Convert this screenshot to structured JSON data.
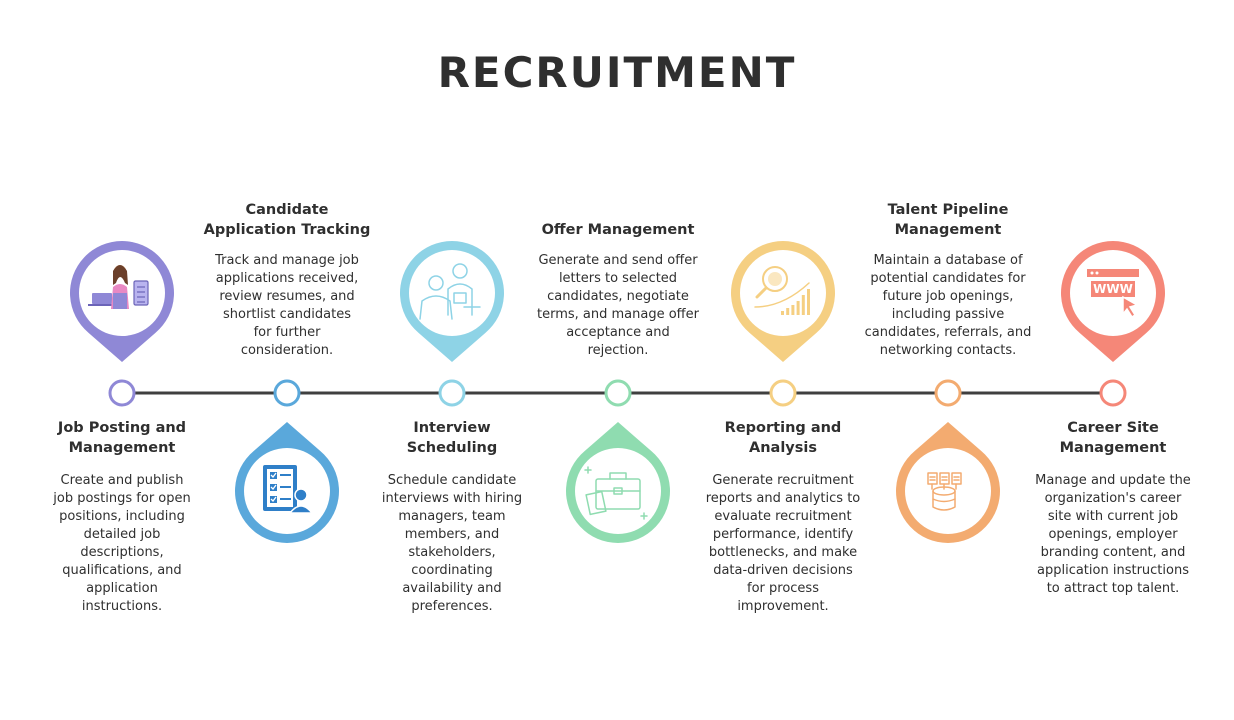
{
  "title": "RECRUITMENT",
  "colors": {
    "line": "#3f3f3f",
    "text": "#2f2f2f"
  },
  "steps": [
    {
      "title_lines": [
        "Job Posting and",
        "Management"
      ],
      "desc_lines": [
        "Create and publish",
        "job postings for open",
        "positions, including",
        "detailed job",
        "descriptions,",
        "qualifications, and",
        "application",
        "instructions."
      ],
      "color": "#8f88d6",
      "icon": "recruiter-laptop-icon"
    },
    {
      "title_lines": [
        "Candidate",
        "Application Tracking"
      ],
      "desc_lines": [
        "Track and manage job",
        "applications received,",
        "review resumes, and",
        "shortlist candidates",
        "for further",
        "consideration."
      ],
      "color": "#5aa8db",
      "icon": "checklist-candidate-icon"
    },
    {
      "title_lines": [
        "Interview",
        "Scheduling"
      ],
      "desc_lines": [
        "Schedule candidate",
        "interviews with hiring",
        "managers, team",
        "members, and",
        "stakeholders,",
        "coordinating",
        "availability and",
        "preferences."
      ],
      "color": "#8ed3e6",
      "icon": "interview-people-icon"
    },
    {
      "title_lines": [
        "Offer Management"
      ],
      "desc_lines": [
        "Generate and send offer",
        "letters to selected",
        "candidates, negotiate",
        "terms, and manage offer",
        "acceptance and",
        "rejection."
      ],
      "color": "#8fdcb0",
      "icon": "briefcase-icon"
    },
    {
      "title_lines": [
        "Reporting and",
        "Analysis"
      ],
      "desc_lines": [
        "Generate recruitment",
        "reports and analytics to",
        "evaluate recruitment",
        "performance, identify",
        "bottlenecks, and make",
        "data-driven decisions",
        "for process",
        "improvement."
      ],
      "color": "#f5cf82",
      "icon": "analytics-magnifier-icon"
    },
    {
      "title_lines": [
        "Talent Pipeline",
        "Management"
      ],
      "desc_lines": [
        "Maintain a database of",
        "potential candidates for",
        "future job openings,",
        "including passive",
        "candidates, referrals, and",
        "networking contacts."
      ],
      "color": "#f3ab70",
      "icon": "database-icon"
    },
    {
      "title_lines": [
        "Career Site",
        "Management"
      ],
      "desc_lines": [
        "Manage and update the",
        "organization's career",
        "site with current job",
        "openings, employer",
        "branding content, and",
        "application instructions",
        "to attract top talent."
      ],
      "color": "#f58778",
      "icon": "website-www-icon"
    }
  ],
  "icon_text": {
    "www": "WWW"
  }
}
